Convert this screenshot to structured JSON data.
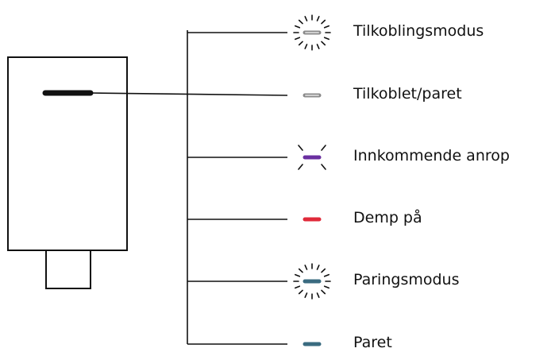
{
  "indicators": [
    {
      "label": "Tilkoblingsmodus",
      "color": "#8a8a8a",
      "effect": "blinking-rays"
    },
    {
      "label": "Tilkoblet/paret",
      "color": "#8a8a8a",
      "effect": "solid"
    },
    {
      "label": "Innkommende anrop",
      "color": "#6a2fa0",
      "effect": "flashing-dashes"
    },
    {
      "label": "Demp på",
      "color": "#e02a3a",
      "effect": "solid"
    },
    {
      "label": "Paringsmodus",
      "color": "#3a6b80",
      "effect": "blinking-rays"
    },
    {
      "label": "Paret",
      "color": "#3a6b80",
      "effect": "solid"
    }
  ],
  "device": {
    "led_color": "#111111"
  },
  "line_color": "#111111"
}
